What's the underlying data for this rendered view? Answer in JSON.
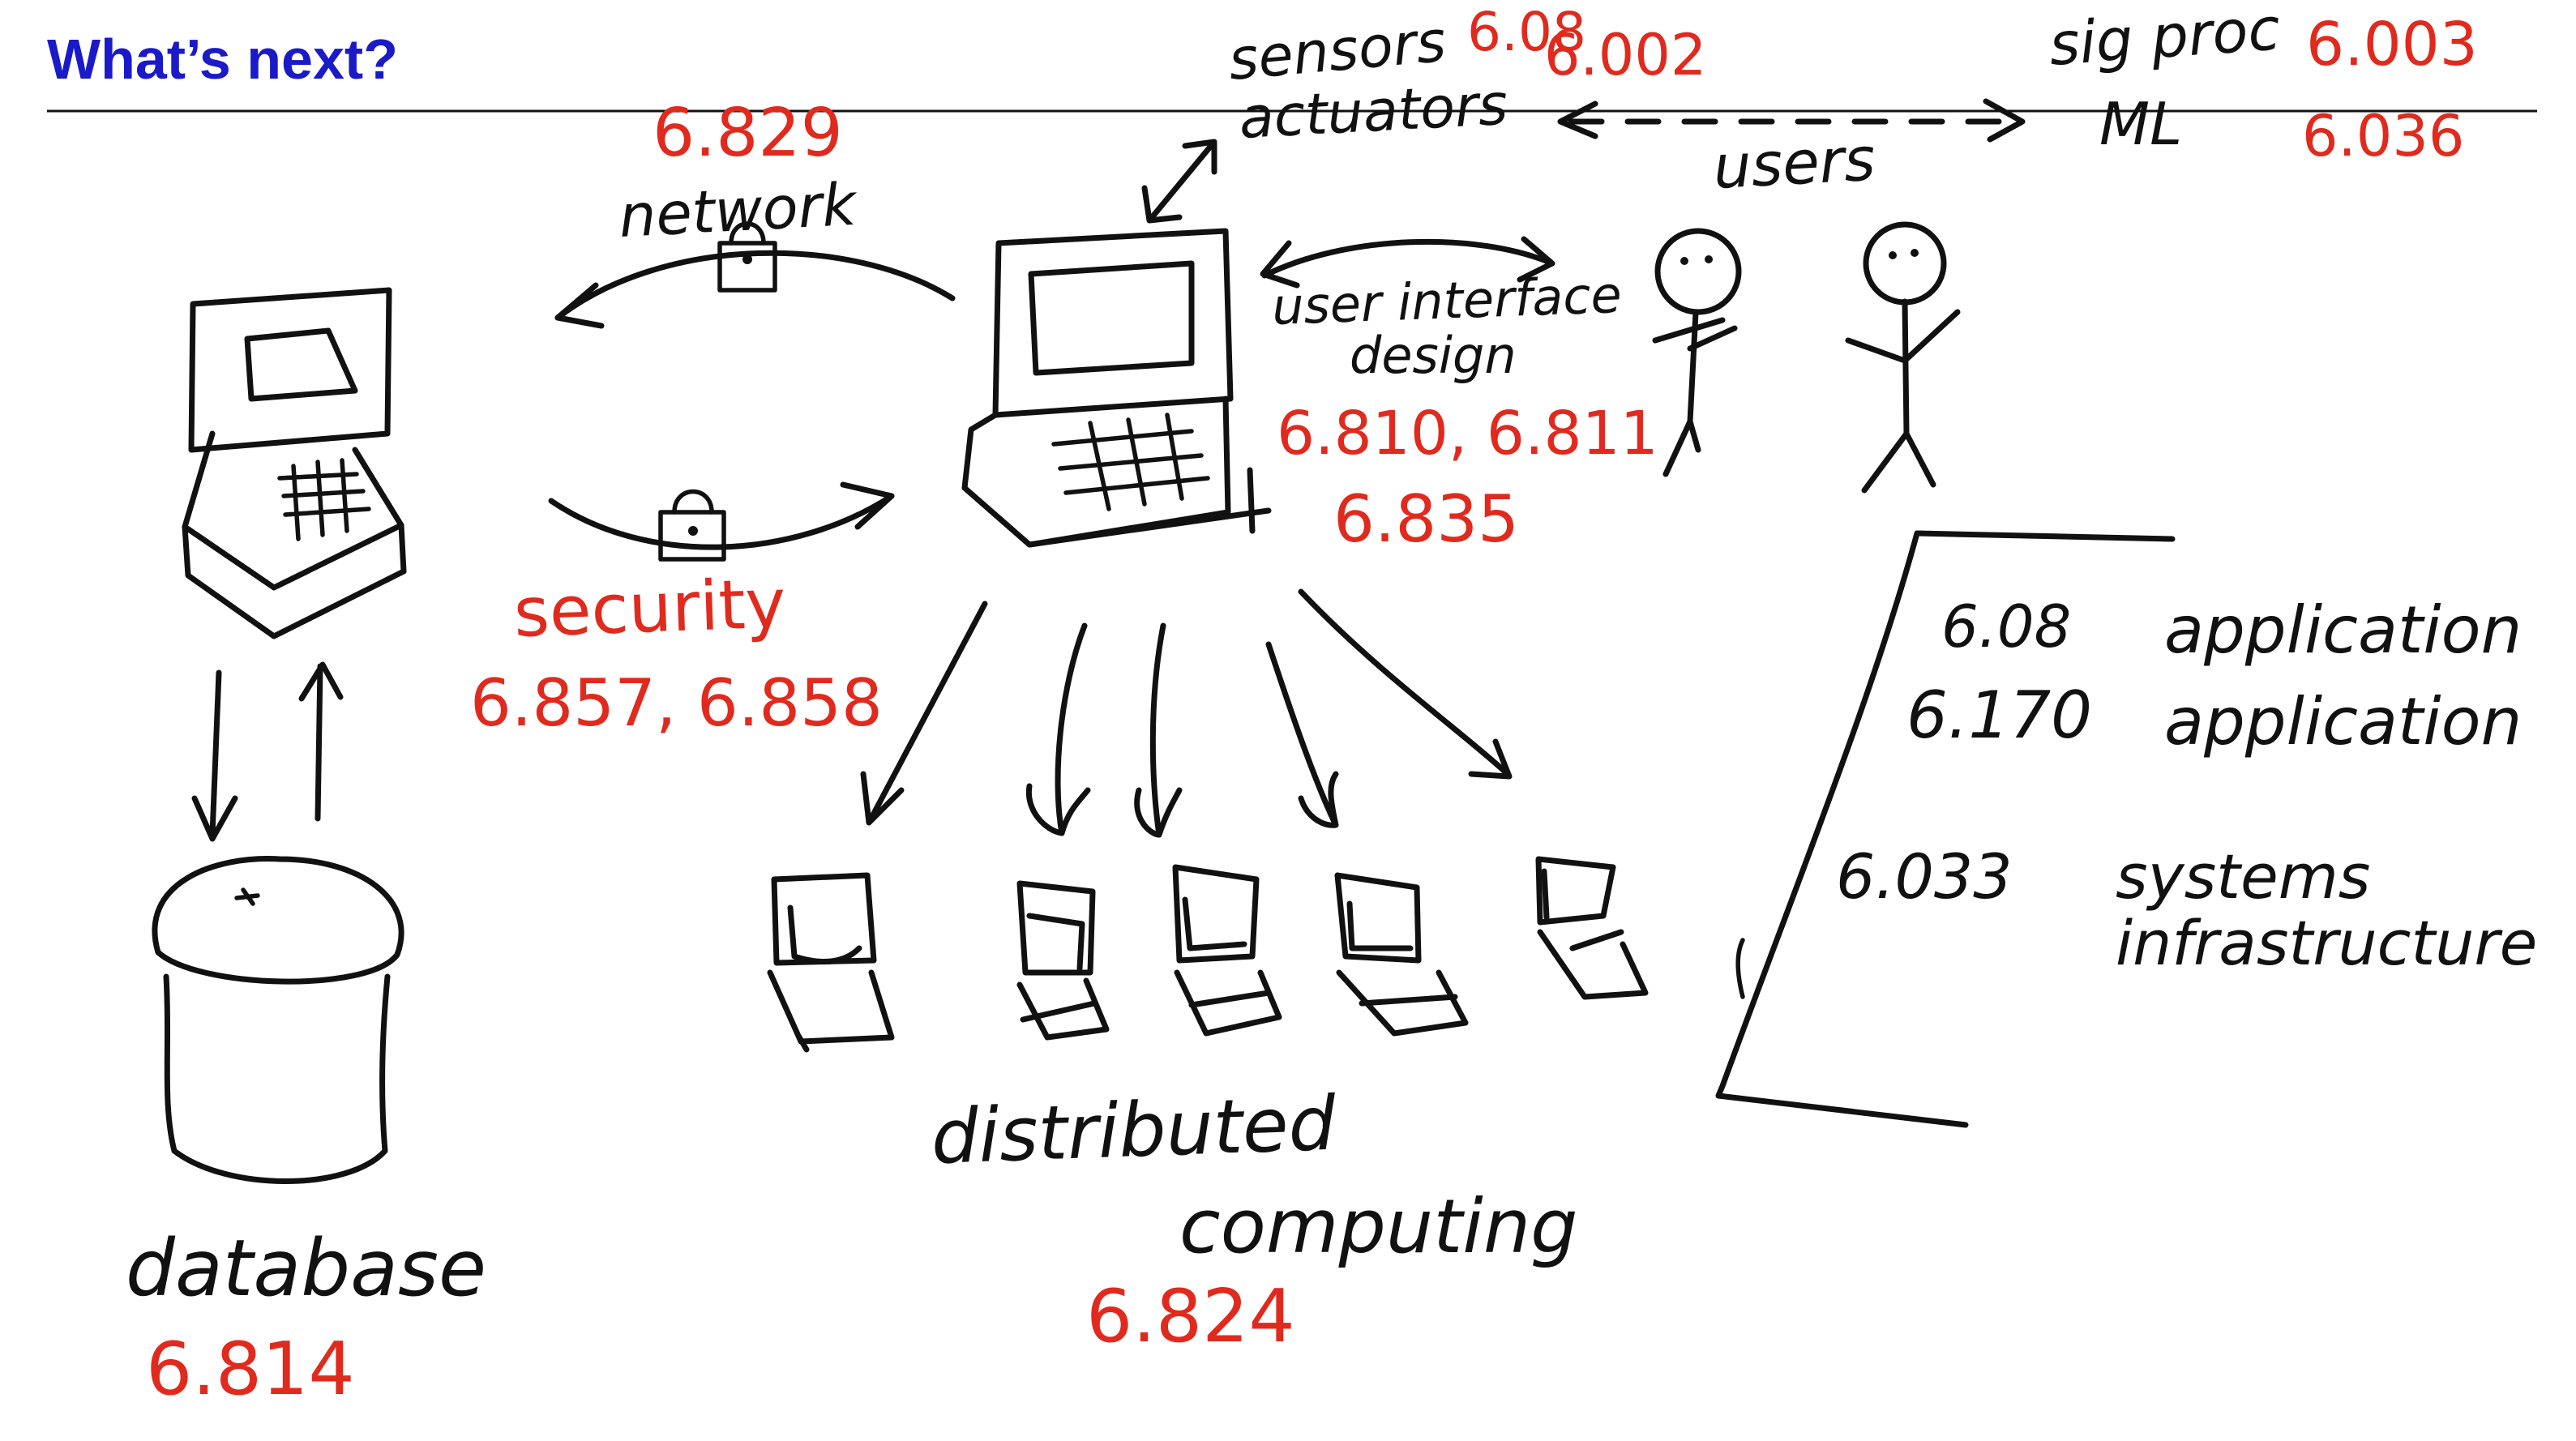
{
  "slide": {
    "title": "What’s next?"
  },
  "labels": {
    "network": "network",
    "network_course": "6.829",
    "security": "security",
    "security_courses": "6.857, 6.858",
    "database": "database",
    "database_course": "6.814",
    "sensors": "sensors",
    "actuators": "actuators",
    "sensors_course_a": "6.08",
    "sensors_course_b": "6.002",
    "sig_proc": "sig proc",
    "sig_proc_course": "6.003",
    "ml": "ML",
    "ml_course": "6.036",
    "users": "users",
    "ui_design_line1": "user interface",
    "ui_design_line2": "design",
    "ui_courses_line1": "6.810, 6.811",
    "ui_courses_line2": "6.835",
    "distributed_line1": "distributed",
    "distributed_line2": "computing",
    "distributed_course": "6.824"
  },
  "course_table": [
    {
      "course": "6.08",
      "label": [
        "application"
      ]
    },
    {
      "course": "6.170",
      "label": [
        "application"
      ]
    },
    {
      "course": "6.033",
      "label": [
        "systems",
        "infrastructure"
      ]
    }
  ],
  "colors": {
    "title": "#1a1ac8",
    "ink": "#111111",
    "course_numbers": "#e02a1e"
  }
}
